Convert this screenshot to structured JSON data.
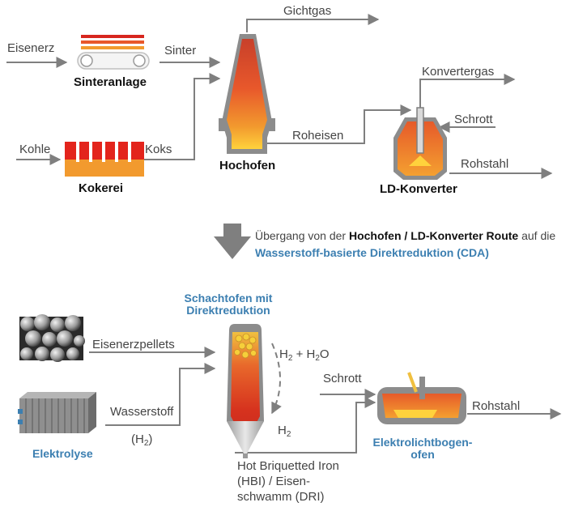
{
  "top": {
    "eisenerz": "Eisenerz",
    "sinter": "Sinter",
    "sinteranlage": "Sinteranlage",
    "kohle": "Kohle",
    "koks": "Koks",
    "kokerei": "Kokerei",
    "gichtgas": "Gichtgas",
    "hochofen": "Hochofen",
    "roheisen": "Roheisen",
    "konvertergas": "Konvertergas",
    "schrott": "Schrott",
    "rohstahl": "Rohstahl",
    "ld_konverter": "LD-Konverter"
  },
  "transition": {
    "line1_pre": "Übergang von der ",
    "line1_bold": "Hochofen / LD-Konverter Route",
    "line1_post": " auf die",
    "line2": "Wasserstoff-basierte Direktreduktion (CDA)"
  },
  "bottom": {
    "schachtofen_line1": "Schachtofen mit",
    "schachtofen_line2": "Direktreduktion",
    "eisenerzpellets": "Eisenerzpellets",
    "h2_h2o_a": "H",
    "h2_h2o_sub1": "2",
    "h2_h2o_b": " + H",
    "h2_h2o_sub2": "2",
    "h2_h2o_c": "O",
    "h2_a": "H",
    "h2_sub": "2",
    "wasserstoff": "Wasserstoff",
    "h2_paren_a": "(H",
    "h2_paren_sub": "2",
    "h2_paren_b": ")",
    "elektrolyse": "Elektrolyse",
    "schrott": "Schrott",
    "rohstahl": "Rohstahl",
    "hbi_line1": "Hot Briquetted Iron",
    "hbi_line2": "(HBI) / Eisen-",
    "hbi_line3": "schwamm (DRI)",
    "ebo_line1": "Elektrolichtbogen-",
    "ebo_line2": "ofen"
  }
}
